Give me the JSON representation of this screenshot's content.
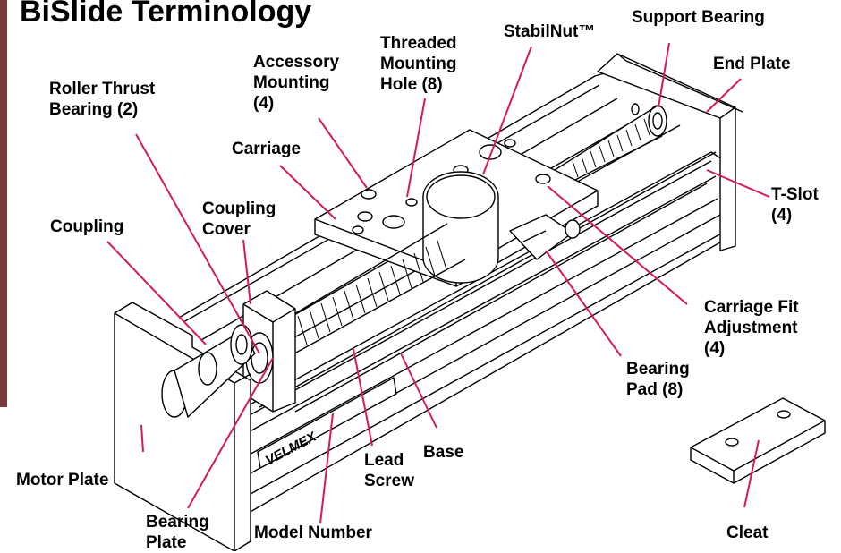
{
  "title": "BiSlide Terminology",
  "labels": {
    "stabilnut": "StabilNut™",
    "support_bearing": "Support Bearing",
    "end_plate": "End Plate",
    "threaded_mounting_hole": [
      "Threaded",
      "Mounting",
      "Hole (8)"
    ],
    "accessory_mounting": [
      "Accessory",
      "Mounting",
      "(4)"
    ],
    "roller_thrust_bearing": [
      "Roller Thrust",
      "Bearing (2)"
    ],
    "carriage": "Carriage",
    "coupling_cover": [
      "Coupling",
      "Cover"
    ],
    "coupling": "Coupling",
    "t_slot": [
      "T-Slot",
      "(4)"
    ],
    "carriage_fit_adjustment": [
      "Carriage Fit",
      "Adjustment",
      "(4)"
    ],
    "bearing_pad": [
      "Bearing",
      "Pad (8)"
    ],
    "base": "Base",
    "lead_screw": [
      "Lead",
      "Screw"
    ],
    "motor_plate": "Motor Plate",
    "bearing_plate": [
      "Bearing",
      "Plate"
    ],
    "model_number": "Model Number",
    "cleat": "Cleat"
  },
  "brand_stamp": "VELMEX",
  "colors": {
    "leader": "#d41a5a",
    "sidebar": "#7a3a3a"
  }
}
